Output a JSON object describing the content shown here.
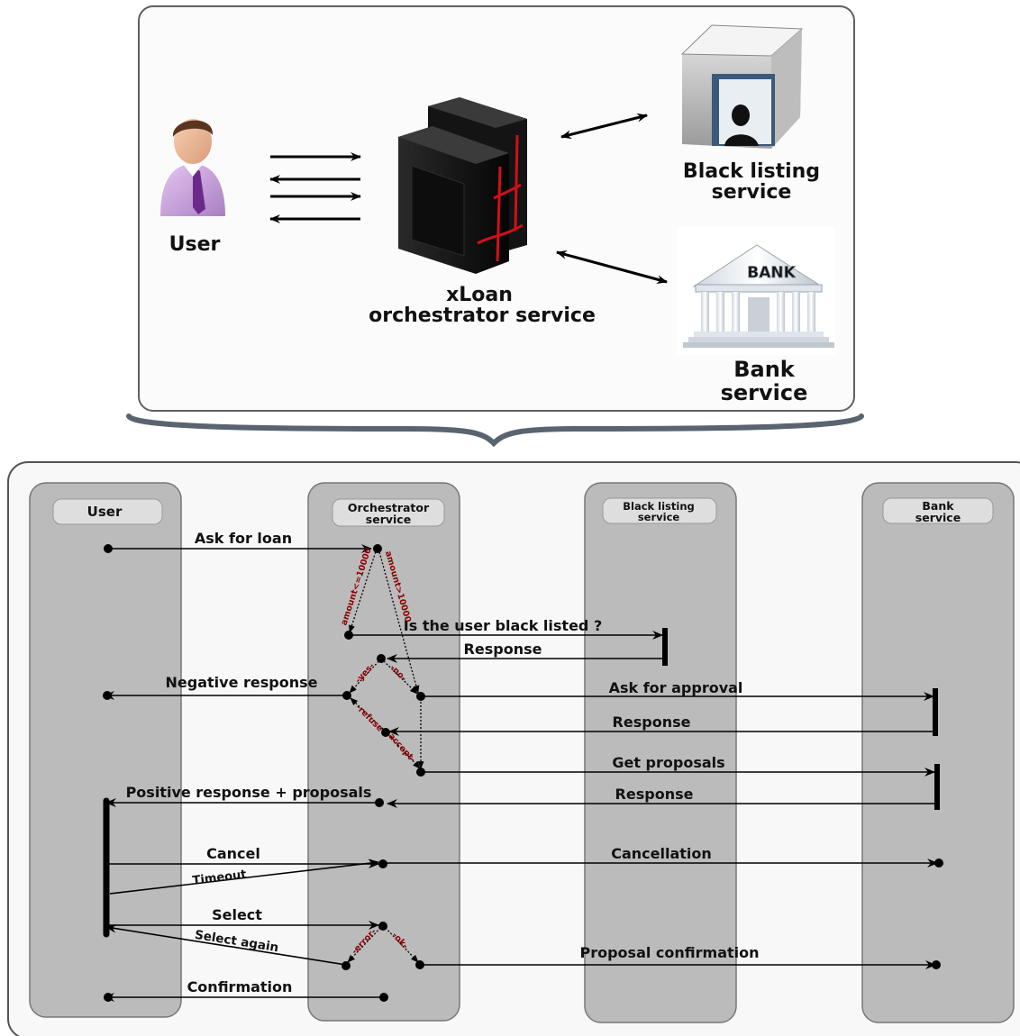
{
  "overview": {
    "user_label": "User",
    "orchestrator_label_1": "xLoan",
    "orchestrator_label_2": "orchestrator service",
    "blacklist_label_1": "Black listing",
    "blacklist_label_2": "service",
    "bank_label_1": "Bank",
    "bank_label_2": "service",
    "bank_sign": "BANK"
  },
  "lanes": {
    "user": "User",
    "orchestrator_1": "Orchestrator",
    "orchestrator_2": "service",
    "blacklist_1": "Black listing",
    "blacklist_2": "service",
    "bank_1": "Bank",
    "bank_2": "service"
  },
  "messages": {
    "ask_for_loan": "Ask for loan",
    "is_black_listed": "Is the user black listed ?",
    "response_blacklist": "Response",
    "negative_response": "Negative response",
    "ask_for_approval": "Ask for approval",
    "response_approval": "Response",
    "get_proposals": "Get proposals",
    "positive_response": "Positive response + proposals",
    "response_proposals": "Response",
    "cancel": "Cancel",
    "timeout": "Timeout",
    "cancellation": "Cancellation",
    "select": "Select",
    "select_again": "Select again",
    "proposal_confirmation": "Proposal confirmation",
    "confirmation": "Confirmation"
  },
  "conditions": {
    "amount_le": "amount<=10000",
    "amount_gt": "amount>10000",
    "yes": "-yes-",
    "no": "-no-",
    "refuse": "-refuse",
    "accept": "accept-",
    "error": "-error-",
    "ok": "-ok-"
  }
}
